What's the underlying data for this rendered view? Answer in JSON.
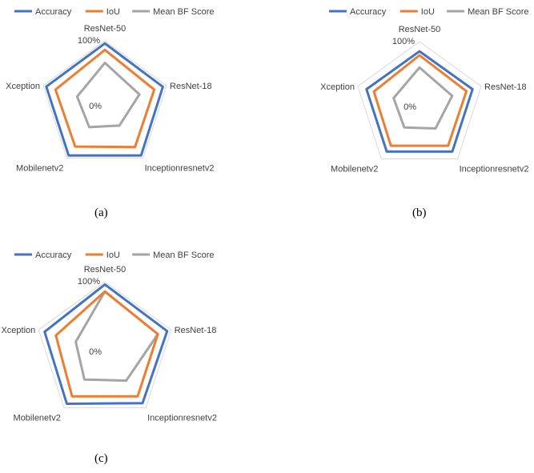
{
  "panel_labels": [
    "(a)",
    "(b)",
    "(c)"
  ],
  "chart_data": [
    {
      "type": "radar",
      "categories": [
        "ResNet-50",
        "ResNet-18",
        "Inceptionresnetv2",
        "Mobilenetv2",
        "Xception"
      ],
      "rlim": [
        0,
        100
      ],
      "tick_labels": [
        "0%",
        "100%"
      ],
      "legend_position": "top",
      "grid": true,
      "series": [
        {
          "name": "Accuracy",
          "color": "#4472C4",
          "values": [
            96,
            94,
            95,
            95,
            95
          ]
        },
        {
          "name": "IoU",
          "color": "#ED7D31",
          "values": [
            86,
            80,
            79,
            78,
            80
          ]
        },
        {
          "name": "Mean BF Score",
          "color": "#A5A5A5",
          "values": [
            66,
            56,
            38,
            41,
            45
          ]
        }
      ]
    },
    {
      "type": "radar",
      "categories": [
        "ResNet-50",
        "ResNet-18",
        "Inceptionresnetv2",
        "Mobilenetv2",
        "Xception"
      ],
      "rlim": [
        0,
        100
      ],
      "tick_labels": [
        "0%",
        "100%"
      ],
      "legend_position": "top",
      "grid": true,
      "series": [
        {
          "name": "Accuracy",
          "color": "#4472C4",
          "values": [
            85,
            86,
            86,
            86,
            86
          ]
        },
        {
          "name": "IoU",
          "color": "#ED7D31",
          "values": [
            79,
            76,
            75,
            75,
            74
          ]
        },
        {
          "name": "Mean BF Score",
          "color": "#A5A5A5",
          "values": [
            60,
            53,
            42,
            40,
            42
          ]
        }
      ]
    },
    {
      "type": "radar",
      "categories": [
        "ResNet-50",
        "ResNet-18",
        "Inceptionresnetv2",
        "Mobilenetv2",
        "Xception"
      ],
      "rlim": [
        0,
        100
      ],
      "tick_labels": [
        "0%",
        "100%"
      ],
      "legend_position": "top",
      "grid": true,
      "series": [
        {
          "name": "Accuracy",
          "color": "#4472C4",
          "values": [
            96,
            94,
            92,
            93,
            91
          ]
        },
        {
          "name": "IoU",
          "color": "#ED7D31",
          "values": [
            86,
            80,
            80,
            80,
            74
          ]
        },
        {
          "name": "Mean BF Score",
          "color": "#A5A5A5",
          "values": [
            86,
            80,
            52,
            50,
            44
          ]
        }
      ]
    }
  ]
}
